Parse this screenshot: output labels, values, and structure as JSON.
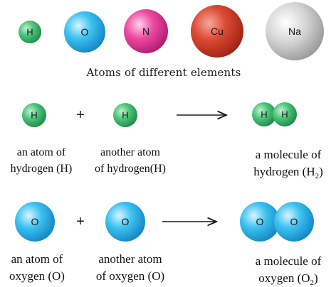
{
  "title": "Atoms of different elements",
  "elements": [
    {
      "symbol": "H",
      "color": "#3fb86a"
    },
    {
      "symbol": "O",
      "color": "#2eb4e6"
    },
    {
      "symbol": "N",
      "color": "#e8429c"
    },
    {
      "symbol": "Cu",
      "color": "#d8402c"
    },
    {
      "symbol": "Na",
      "color": "#c9c9c9"
    }
  ],
  "hydrogen_row": {
    "left_atom": "H",
    "right_atom": "H",
    "plus": "+",
    "molecule_atoms": [
      "H",
      "H"
    ],
    "caption_left": [
      "an atom of",
      "hydrogen (H)"
    ],
    "caption_middle": [
      "another atom",
      "of hydrogen(H)"
    ],
    "caption_right_line1": "a molecule of",
    "caption_right_line2_text": "hydrogen (H",
    "caption_right_line2_sub": "2",
    "caption_right_line2_end": ")"
  },
  "oxygen_row": {
    "left_atom": "O",
    "right_atom": "O",
    "plus": "+",
    "molecule_atoms": [
      "O",
      "O"
    ],
    "caption_left": [
      "an atom of",
      "oxygen (O)"
    ],
    "caption_middle": [
      "another atom",
      "of oxygen (O)"
    ],
    "caption_right_line1": "a molecule of",
    "caption_right_line2_text": "oxygen (O",
    "caption_right_line2_sub": "2",
    "caption_right_line2_end": ")"
  }
}
